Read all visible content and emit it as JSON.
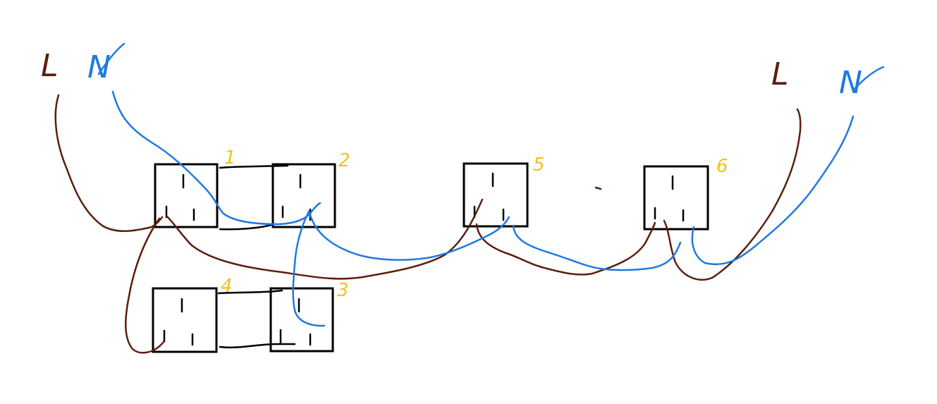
{
  "colors": {
    "live": "#5a1f0c",
    "neutral": "#1f7ae0",
    "label_number": "#f2c21a",
    "outline": "#000000"
  },
  "supply_left": {
    "live_label": "L",
    "neutral_label": "N"
  },
  "supply_right": {
    "live_label": "L",
    "neutral_label": "N"
  },
  "outlets": [
    {
      "id": "outlet-1",
      "label": "1"
    },
    {
      "id": "outlet-2",
      "label": "2"
    },
    {
      "id": "outlet-3",
      "label": "3"
    },
    {
      "id": "outlet-4",
      "label": "4"
    },
    {
      "id": "outlet-5",
      "label": "5"
    },
    {
      "id": "outlet-6",
      "label": "6"
    }
  ]
}
